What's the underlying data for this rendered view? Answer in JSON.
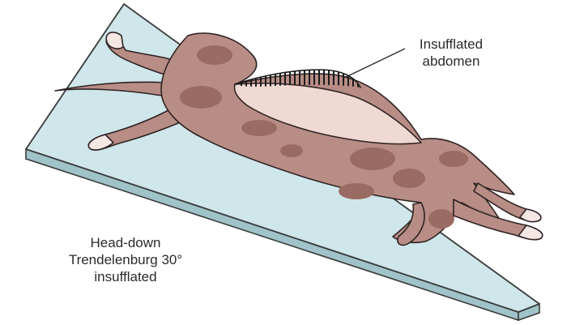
{
  "labels": {
    "insufflated_abdomen": [
      "Insufflated",
      "abdomen"
    ],
    "position": [
      "Head-down",
      "Trendelenburg 30°",
      "insufflated"
    ]
  },
  "colors": {
    "table_fill": "#cfe6ea",
    "table_edge": "#9fc3c9",
    "table_outline": "#3a3a3a",
    "coat": "#b88d86",
    "coat_dark_patch": "#9a6b63",
    "belly": "#efd9d2",
    "paws": "#f3e6e3",
    "outline": "#2f2323"
  },
  "icons": {
    "illustration": "dog-on-table-illustration"
  }
}
